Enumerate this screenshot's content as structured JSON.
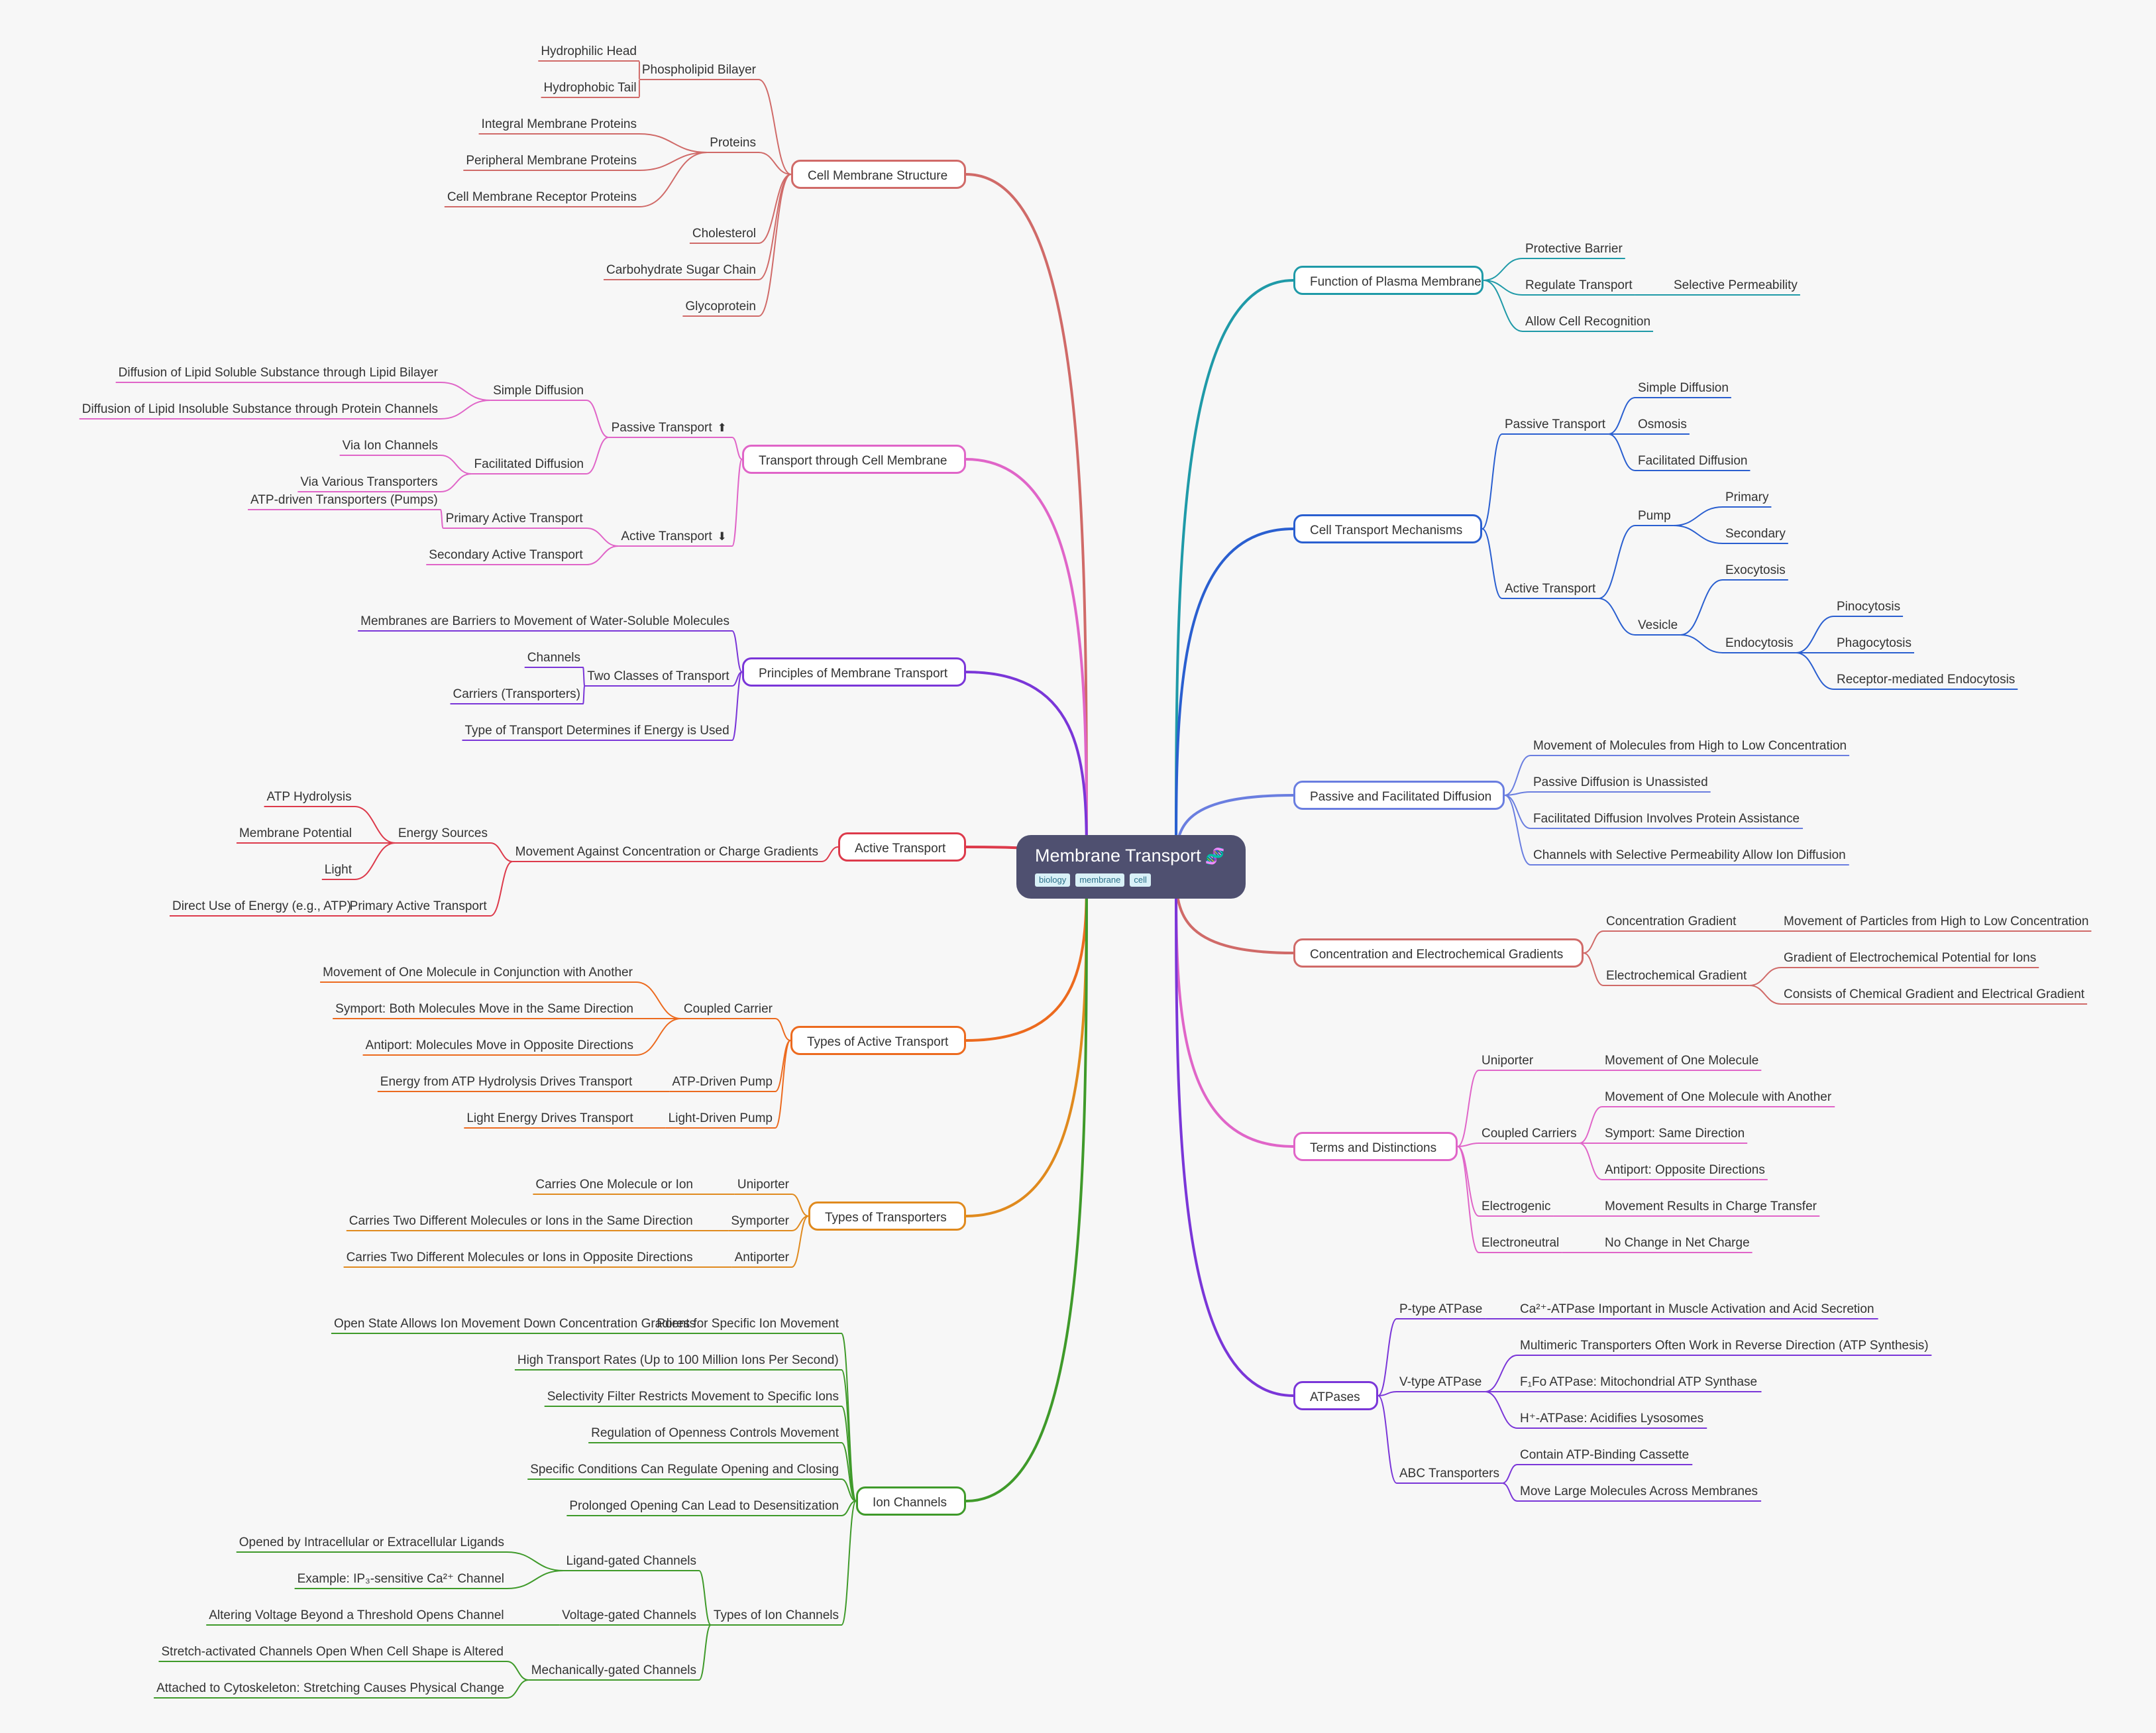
{
  "root": {
    "title": "Membrane Transport",
    "emoji_icon": "dna-icon",
    "tags": [
      "biology",
      "membrane",
      "cell"
    ]
  },
  "colors": {
    "background": "#f7f7f7",
    "root_fill": "#4f5070"
  },
  "branches": [
    {
      "id": "cms",
      "side": "left",
      "color": "#d06a68",
      "label": "Cell Membrane Structure",
      "children": [
        {
          "label": "Phospholipid Bilayer",
          "children": [
            {
              "label": "Hydrophilic Head"
            },
            {
              "label": "Hydrophobic Tail"
            }
          ]
        },
        {
          "label": "Proteins",
          "children": [
            {
              "label": "Integral Membrane Proteins"
            },
            {
              "label": "Peripheral Membrane Proteins"
            },
            {
              "label": "Cell Membrane Receptor Proteins"
            }
          ]
        },
        {
          "label": "Cholesterol"
        },
        {
          "label": "Carbohydrate Sugar Chain"
        },
        {
          "label": "Glycoprotein"
        }
      ]
    },
    {
      "id": "ttcm",
      "side": "left",
      "color": "#e065c8",
      "label": "Transport through Cell Membrane",
      "children": [
        {
          "label": "Passive Transport",
          "arrow": "⬆",
          "children": [
            {
              "label": "Simple Diffusion",
              "children": [
                {
                  "label": "Diffusion of Lipid Soluble Substance through Lipid Bilayer"
                },
                {
                  "label": "Diffusion of Lipid Insoluble Substance through Protein Channels"
                }
              ]
            },
            {
              "label": "Facilitated Diffusion",
              "children": [
                {
                  "label": "Via Ion Channels"
                },
                {
                  "label": "Via Various Transporters"
                }
              ]
            }
          ]
        },
        {
          "label": "Active Transport",
          "arrow": "⬇",
          "children": [
            {
              "label": "Primary Active Transport",
              "children": [
                {
                  "label": "ATP-driven Transporters (Pumps)"
                }
              ]
            },
            {
              "label": "Secondary Active Transport"
            }
          ]
        }
      ]
    },
    {
      "id": "pmt",
      "side": "left",
      "color": "#7a36d8",
      "label": "Principles of Membrane Transport",
      "children": [
        {
          "label": "Membranes are Barriers to Movement of Water-Soluble Molecules"
        },
        {
          "label": "Two Classes of Transport",
          "children": [
            {
              "label": "Channels"
            },
            {
              "label": "Carriers (Transporters)"
            }
          ]
        },
        {
          "label": "Type of Transport Determines if Energy is Used"
        }
      ]
    },
    {
      "id": "at",
      "side": "left",
      "color": "#dd3a4b",
      "label": "Active Transport",
      "children": [
        {
          "label": "Movement Against Concentration or Charge Gradients",
          "children": [
            {
              "label": "Energy Sources",
              "children": [
                {
                  "label": "ATP Hydrolysis"
                },
                {
                  "label": "Membrane Potential"
                },
                {
                  "label": "Light"
                }
              ]
            },
            {
              "label": "Primary Active Transport",
              "children": [
                {
                  "label": "Direct Use of Energy (e.g., ATP)"
                }
              ]
            }
          ]
        }
      ]
    },
    {
      "id": "tat",
      "side": "left",
      "color": "#ec6a1e",
      "label": "Types of Active Transport",
      "children": [
        {
          "label": "Coupled Carrier",
          "children": [
            {
              "label": "Movement of One Molecule in Conjunction with Another"
            },
            {
              "label": "Symport: Both Molecules Move in the Same Direction"
            },
            {
              "label": "Antiport: Molecules Move in Opposite Directions"
            }
          ]
        },
        {
          "label": "ATP-Driven Pump",
          "children": [
            {
              "label": "Energy from ATP Hydrolysis Drives Transport"
            }
          ]
        },
        {
          "label": "Light-Driven Pump",
          "children": [
            {
              "label": "Light Energy Drives Transport"
            }
          ]
        }
      ]
    },
    {
      "id": "tot",
      "side": "left",
      "color": "#e08a1e",
      "label": "Types of Transporters",
      "children": [
        {
          "label": "Uniporter",
          "children": [
            {
              "label": "Carries One Molecule or Ion"
            }
          ]
        },
        {
          "label": "Symporter",
          "children": [
            {
              "label": "Carries Two Different Molecules or Ions in the Same Direction"
            }
          ]
        },
        {
          "label": "Antiporter",
          "children": [
            {
              "label": "Carries Two Different Molecules or Ions in Opposite Directions"
            }
          ]
        }
      ]
    },
    {
      "id": "ic",
      "side": "left",
      "color": "#3f9a2a",
      "label": "Ion Channels",
      "children": [
        {
          "label": "Pores for Specific Ion Movement",
          "children": [
            {
              "label": "Open State Allows Ion Movement Down Concentration Gradients"
            }
          ]
        },
        {
          "label": "High Transport Rates (Up to 100 Million Ions Per Second)"
        },
        {
          "label": "Selectivity Filter Restricts Movement to Specific Ions"
        },
        {
          "label": "Regulation of Openness Controls Movement"
        },
        {
          "label": "Specific Conditions Can Regulate Opening and Closing"
        },
        {
          "label": "Prolonged Opening Can Lead to Desensitization"
        },
        {
          "label": "Types of Ion Channels",
          "children": [
            {
              "label": "Ligand-gated Channels",
              "children": [
                {
                  "label": "Opened by Intracellular or Extracellular Ligands"
                },
                {
                  "label": "Example: IP₃-sensitive Ca²⁺ Channel"
                }
              ]
            },
            {
              "label": "Voltage-gated Channels",
              "children": [
                {
                  "label": "Altering Voltage Beyond a Threshold Opens Channel"
                }
              ]
            },
            {
              "label": "Mechanically-gated Channels",
              "children": [
                {
                  "label": "Stretch-activated Channels Open When Cell Shape is Altered"
                },
                {
                  "label": "Attached to Cytoskeleton: Stretching Causes Physical Change"
                }
              ]
            }
          ]
        }
      ]
    },
    {
      "id": "fpm",
      "side": "right",
      "color": "#1f9aa8",
      "label": "Function of Plasma Membrane",
      "children": [
        {
          "label": "Protective Barrier"
        },
        {
          "label": "Regulate Transport",
          "children": [
            {
              "label": "Selective Permeability"
            }
          ]
        },
        {
          "label": "Allow Cell Recognition"
        }
      ]
    },
    {
      "id": "ctm",
      "side": "right",
      "color": "#2a5fd0",
      "label": "Cell Transport Mechanisms",
      "children": [
        {
          "label": "Passive Transport",
          "children": [
            {
              "label": "Simple Diffusion"
            },
            {
              "label": "Osmosis"
            },
            {
              "label": "Facilitated Diffusion"
            }
          ]
        },
        {
          "label": "Active Transport",
          "children": [
            {
              "label": "Pump",
              "children": [
                {
                  "label": "Primary"
                },
                {
                  "label": "Secondary"
                }
              ]
            },
            {
              "label": "Vesicle",
              "children": [
                {
                  "label": "Exocytosis"
                },
                {
                  "label": "Endocytosis",
                  "children": [
                    {
                      "label": "Pinocytosis"
                    },
                    {
                      "label": "Phagocytosis"
                    },
                    {
                      "label": "Receptor-mediated Endocytosis"
                    }
                  ]
                }
              ]
            }
          ]
        }
      ]
    },
    {
      "id": "pfd",
      "side": "right",
      "color": "#6a7ee0",
      "label": "Passive and Facilitated Diffusion",
      "children": [
        {
          "label": "Movement of Molecules from High to Low Concentration"
        },
        {
          "label": "Passive Diffusion is Unassisted"
        },
        {
          "label": "Facilitated Diffusion Involves Protein Assistance"
        },
        {
          "label": "Channels with Selective Permeability Allow Ion Diffusion"
        }
      ]
    },
    {
      "id": "ceg",
      "side": "right",
      "color": "#d06a68",
      "label": "Concentration and Electrochemical Gradients",
      "children": [
        {
          "label": "Concentration Gradient",
          "children": [
            {
              "label": "Movement of Particles from High to Low Concentration"
            }
          ]
        },
        {
          "label": "Electrochemical Gradient",
          "children": [
            {
              "label": "Gradient of Electrochemical Potential for Ions"
            },
            {
              "label": "Consists of Chemical Gradient and Electrical Gradient"
            }
          ]
        }
      ]
    },
    {
      "id": "td",
      "side": "right",
      "color": "#e065c8",
      "label": "Terms and Distinctions",
      "children": [
        {
          "label": "Uniporter",
          "children": [
            {
              "label": "Movement of One Molecule"
            }
          ]
        },
        {
          "label": "Coupled Carriers",
          "children": [
            {
              "label": "Movement of One Molecule with Another"
            },
            {
              "label": "Symport: Same Direction"
            },
            {
              "label": "Antiport: Opposite Directions"
            }
          ]
        },
        {
          "label": "Electrogenic",
          "children": [
            {
              "label": "Movement Results in Charge Transfer"
            }
          ]
        },
        {
          "label": "Electroneutral",
          "children": [
            {
              "label": "No Change in Net Charge"
            }
          ]
        }
      ]
    },
    {
      "id": "atp",
      "side": "right",
      "color": "#7a36d8",
      "label": "ATPases",
      "children": [
        {
          "label": "P-type ATPase",
          "children": [
            {
              "label": "Ca²⁺-ATPase Important in Muscle Activation and Acid Secretion"
            }
          ]
        },
        {
          "label": "V-type ATPase",
          "children": [
            {
              "label": "Multimeric Transporters Often Work in Reverse Direction (ATP Synthesis)"
            },
            {
              "label": "F₁Fo ATPase: Mitochondrial ATP Synthase"
            },
            {
              "label": "H⁺-ATPase: Acidifies Lysosomes"
            }
          ]
        },
        {
          "label": "ABC Transporters",
          "children": [
            {
              "label": "Contain ATP-Binding Cassette"
            },
            {
              "label": "Move Large Molecules Across Membranes"
            }
          ]
        }
      ]
    }
  ]
}
